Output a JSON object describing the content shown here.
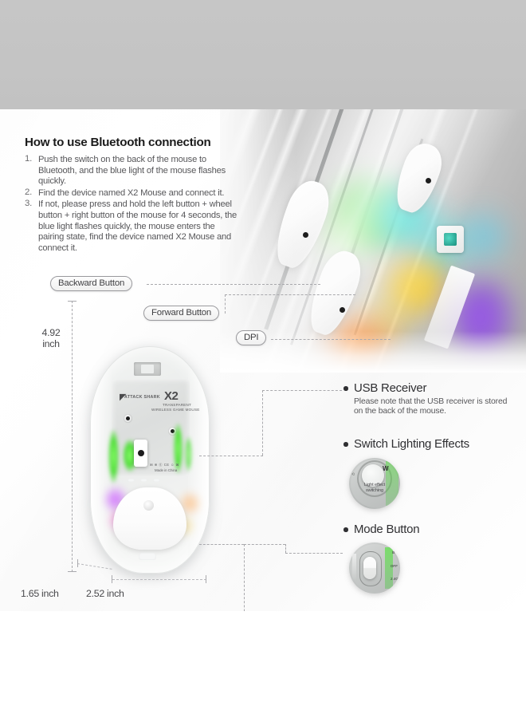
{
  "instructions": {
    "heading": "How to use Bluetooth connection",
    "steps": [
      {
        "num": "1.",
        "text": "Push the switch on the back of the mouse to Bluetooth, and the blue light of the mouse flashes quickly."
      },
      {
        "num": "2.",
        "text": "Find the device named X2 Mouse and connect it."
      },
      {
        "num": "3.",
        "text": "If not, please press and hold the left button + wheel button + right button of the mouse for 4 seconds, the blue light flashes quickly, the mouse enters the pairing state, find the device named X2 Mouse and connect it."
      }
    ]
  },
  "callouts": [
    {
      "label": "Backward Button"
    },
    {
      "label": "Forward Button"
    },
    {
      "label": "DPI"
    }
  ],
  "features": [
    {
      "title": "USB Receiver",
      "note": "Please note that the USB receiver is stored on the back of the mouse."
    },
    {
      "title": "Switch Lighting Effects",
      "inset_caption": "Light effect switching"
    },
    {
      "title": "Mode Button"
    }
  ],
  "dimensions": {
    "height": "4.92",
    "height_unit": "inch",
    "width_left": "1.65 inch",
    "width_right": "2.52 inch"
  },
  "product": {
    "brand": "ATTACK SHARK",
    "model": "X2",
    "subtitle_line1": "TRANSPARENT",
    "subtitle_line2": "WIRELESS GAME MOUSE",
    "origin": "Made in China"
  },
  "colors": {
    "heading": "#1b1b1b",
    "body_text": "#57575a",
    "feature_title": "#2f2f32",
    "dimension_text": "#4a4a4d",
    "pill_border": "#9a9a9e",
    "connector": "#a9a9ad",
    "band_top": "#c4c4c4",
    "led_green": "#4fdd38",
    "led_cyan": "#35e7e0",
    "led_yellow": "#ffe02a",
    "led_orange": "#ff8c1a",
    "led_purple": "#b24bff"
  }
}
